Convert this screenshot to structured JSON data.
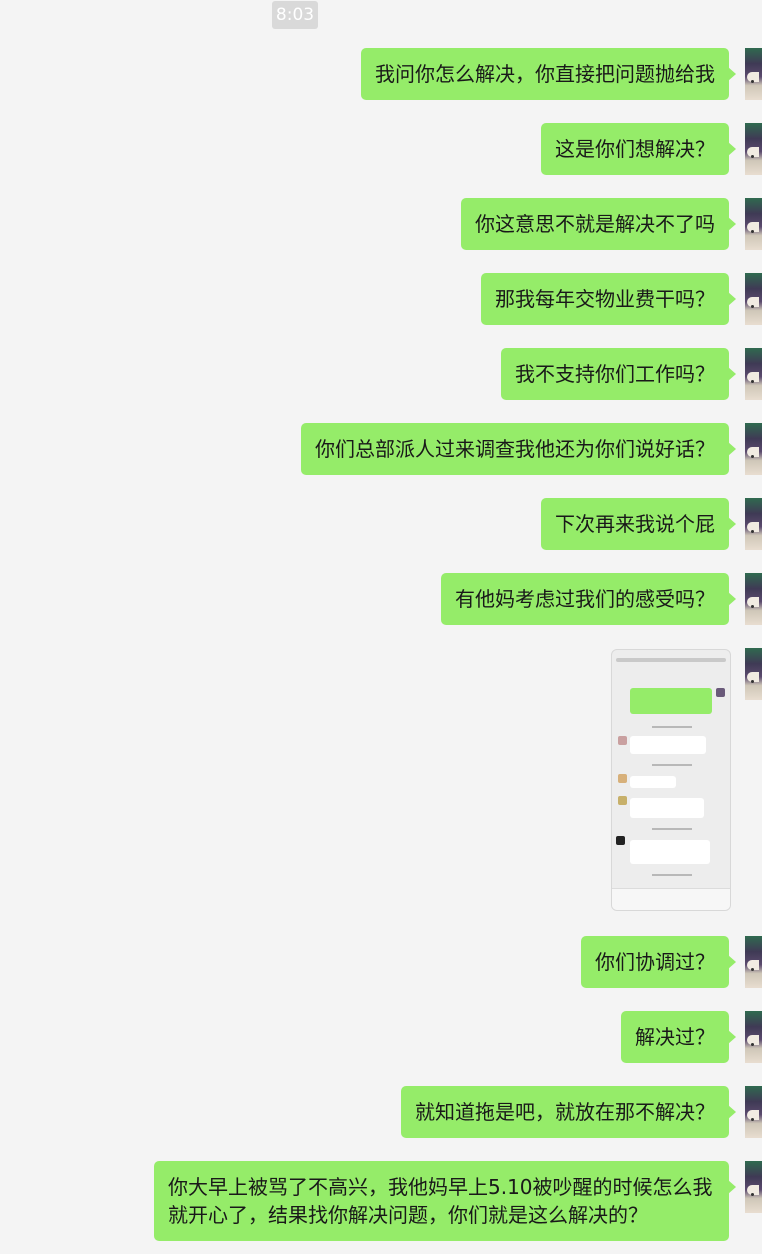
{
  "timestamp": "8:03",
  "messages": [
    {
      "text": "我问你怎么解决，你直接把问题抛给我"
    },
    {
      "text": "这是你们想解决？"
    },
    {
      "text": "你这意思不就是解决不了吗"
    },
    {
      "text": "那我每年交物业费干吗？"
    },
    {
      "text": "我不支持你们工作吗？"
    },
    {
      "text": "你们总部派人过来调查我他还为你们说好话？"
    },
    {
      "text": "下次再来我说个屁"
    },
    {
      "text": "有他妈考虑过我们的感受吗？"
    },
    {
      "type": "image",
      "description_icon": "chat-screenshot-image"
    },
    {
      "text": "你们协调过？"
    },
    {
      "text": "解决过？"
    },
    {
      "text": "就知道拖是吧，就放在那不解决？"
    },
    {
      "text": "你大早上被骂了不高兴，我他妈早上5.10被吵醒的时候怎么我就开心了，结果找你解决问题，你们就是这么解决的？"
    }
  ],
  "colors": {
    "background": "#f4f4f4",
    "bubble_self": "#95ec69",
    "text": "#191919",
    "timestamp_bg": "#d9d9d9"
  }
}
